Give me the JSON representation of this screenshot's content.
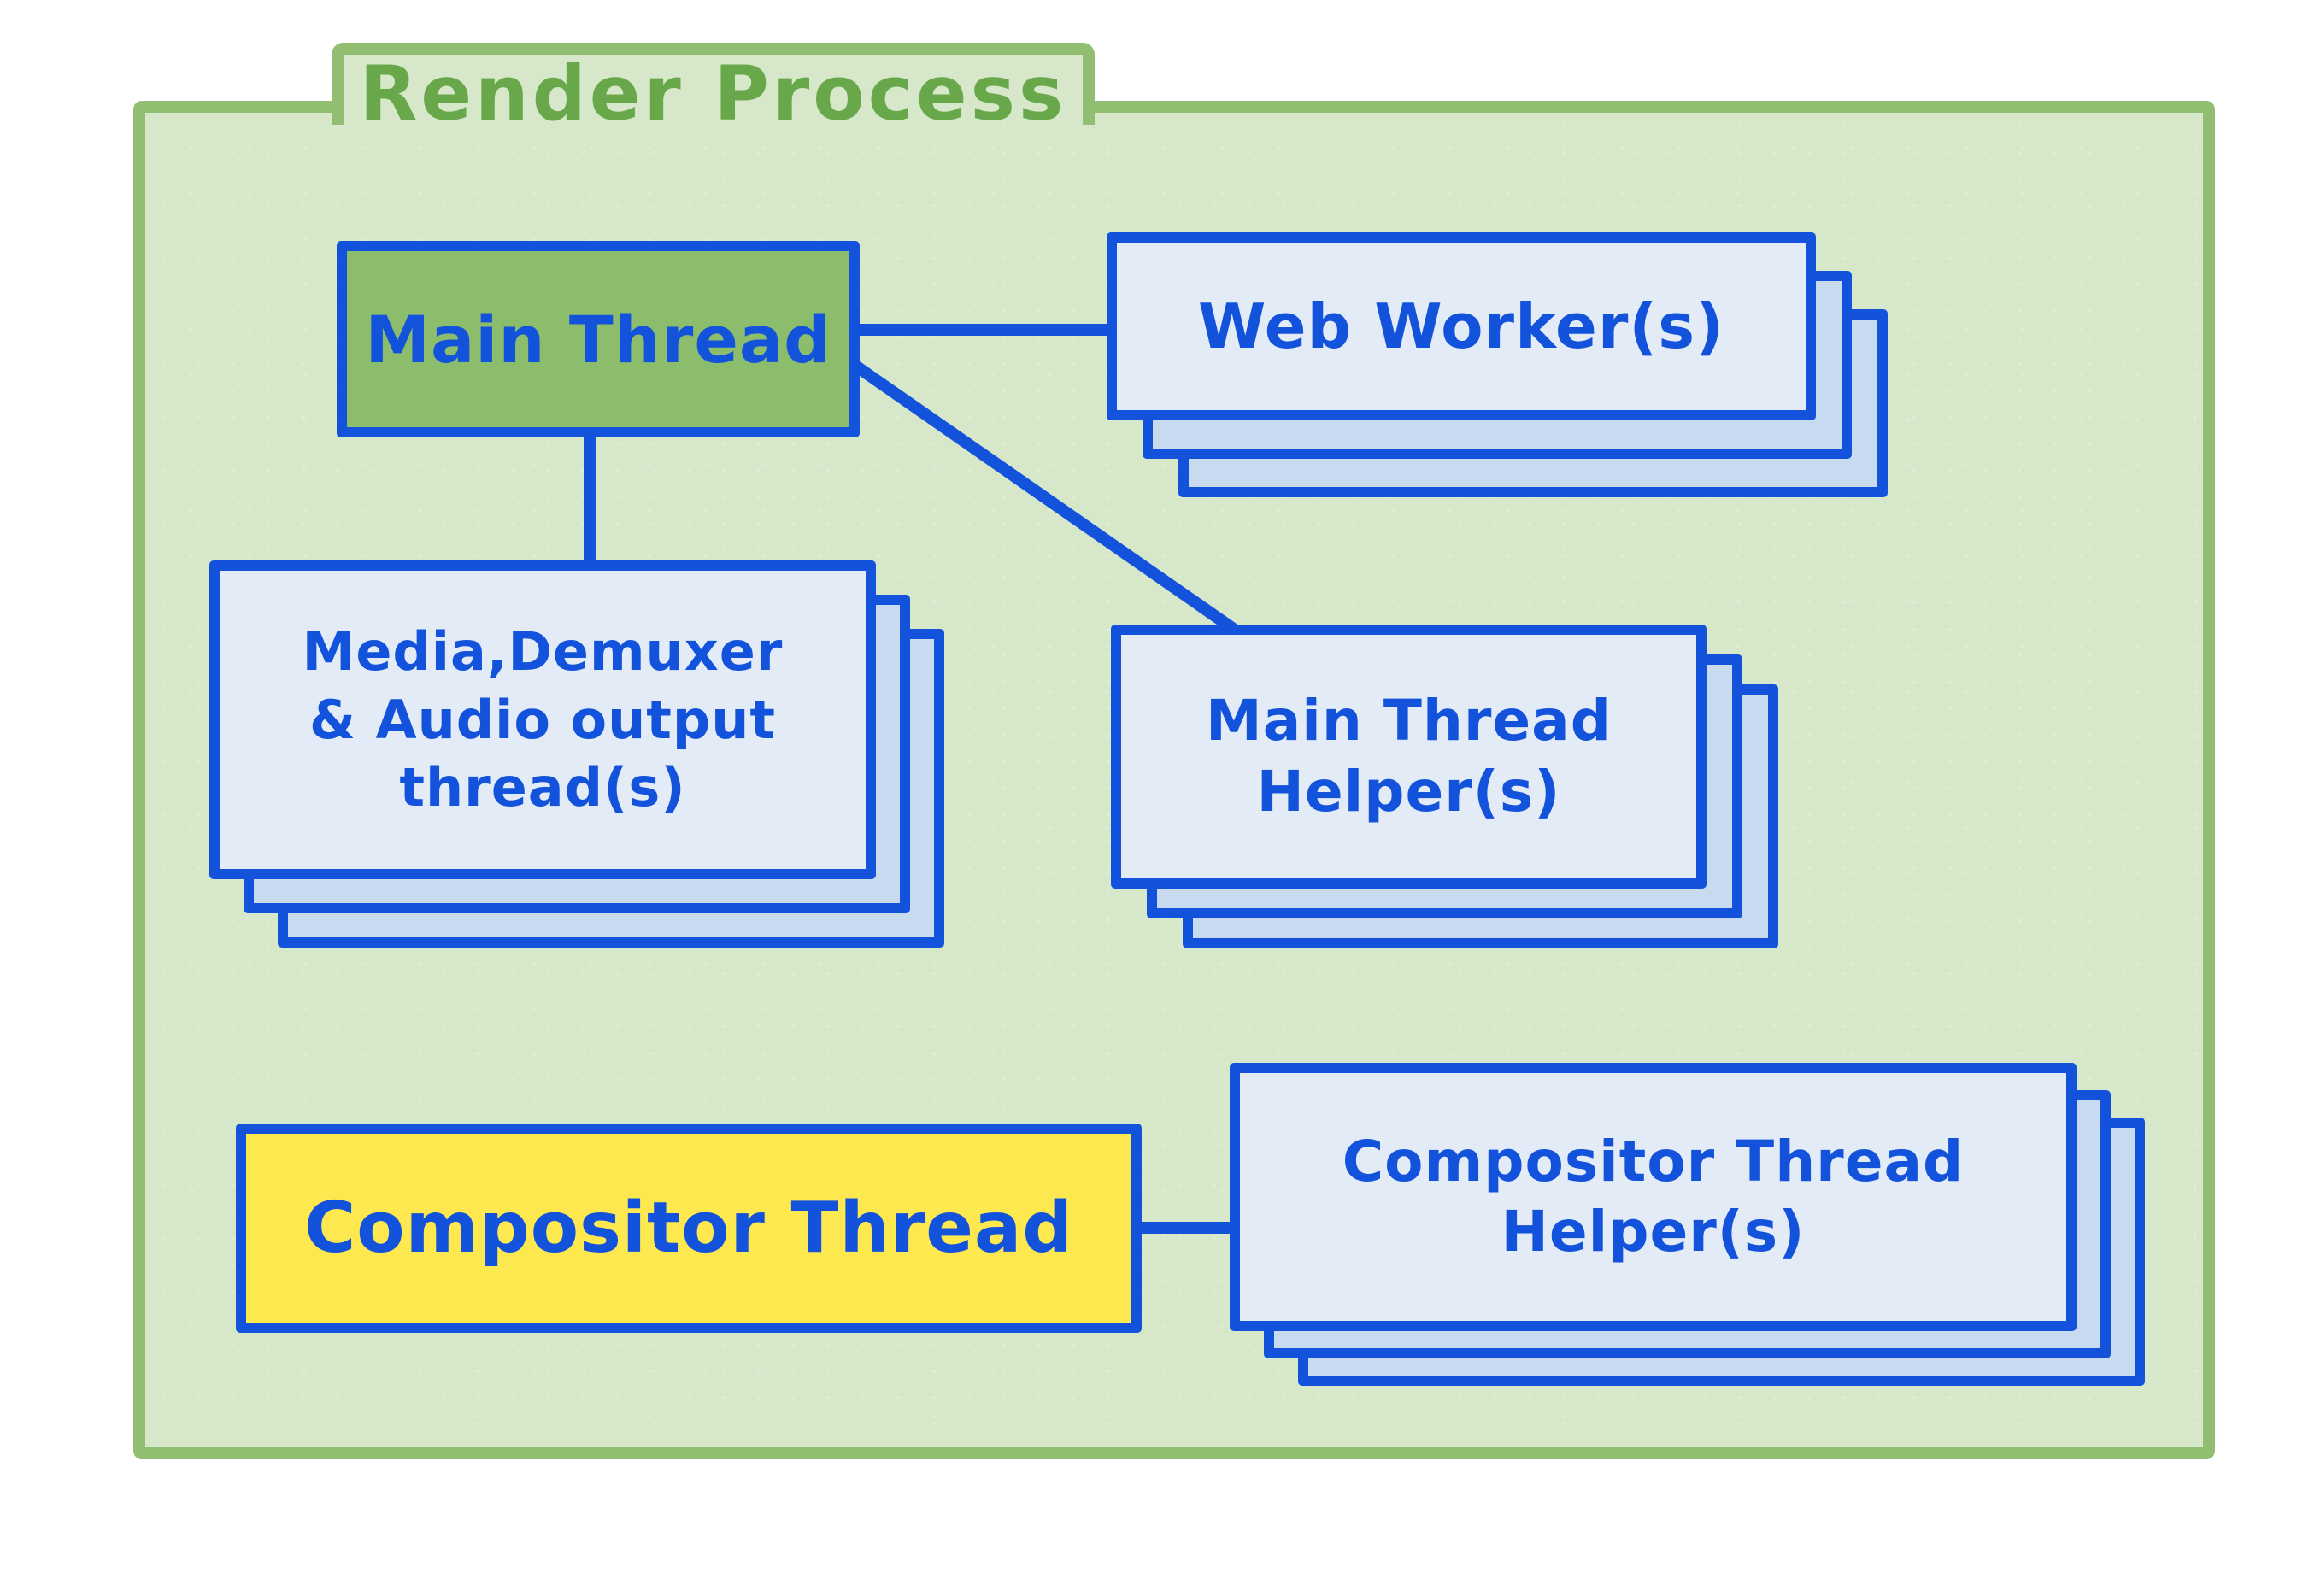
{
  "title": "Render Process",
  "colors": {
    "page_background": "#ffffff",
    "folder_fill": "#d7e8ca",
    "folder_border": "#92be72",
    "title_green": "#68a84b",
    "blue_border": "#1353dc",
    "blue_text": "#1353dc",
    "main_thread_fill": "#8cbd6d",
    "card_front_fill": "#e2ebf6",
    "card_back_fill": "#c8daef",
    "compositor_fill": "#fde94f"
  },
  "boxes": {
    "main_thread": {
      "label": "Main Thread"
    },
    "web_workers": {
      "label": "Web Worker(s)"
    },
    "media": {
      "line1": "Media,Demuxer",
      "line2": "& Audio output",
      "line3": "thread(s)"
    },
    "main_helper": {
      "line1": "Main Thread",
      "line2": "Helper(s)"
    },
    "compositor": {
      "label": "Compositor Thread"
    },
    "compositor_helper": {
      "line1": "Compositor Thread",
      "line2": "Helper(s)"
    }
  }
}
